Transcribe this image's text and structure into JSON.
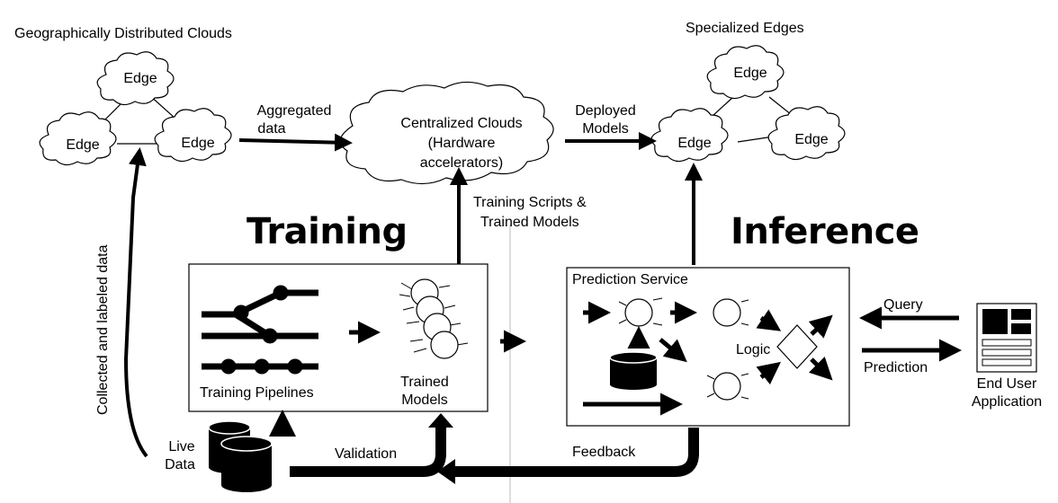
{
  "labels": {
    "geo_clouds": "Geographically Distributed Clouds",
    "specialized_edges": "Specialized Edges",
    "edge": "Edge",
    "aggregated_data_1": "Aggregated",
    "aggregated_data_2": "data",
    "centralized_1": "Centralized Clouds",
    "centralized_2": "(Hardware",
    "centralized_3": "accelerators)",
    "deployed_1": "Deployed",
    "deployed_2": "Models",
    "training_scripts_1": "Training Scripts &",
    "training_scripts_2": "Trained Models",
    "training": "Training",
    "inference": "Inference",
    "collected": "Collected and labeled data",
    "training_pipelines": "Training Pipelines",
    "trained_models_1": "Trained",
    "trained_models_2": "Models",
    "prediction_service": "Prediction Service",
    "logic": "Logic",
    "query": "Query",
    "prediction": "Prediction",
    "end_user_1": "End User",
    "end_user_2": "Application",
    "live_1": "Live",
    "live_2": "Data",
    "validation": "Validation",
    "feedback": "Feedback"
  }
}
